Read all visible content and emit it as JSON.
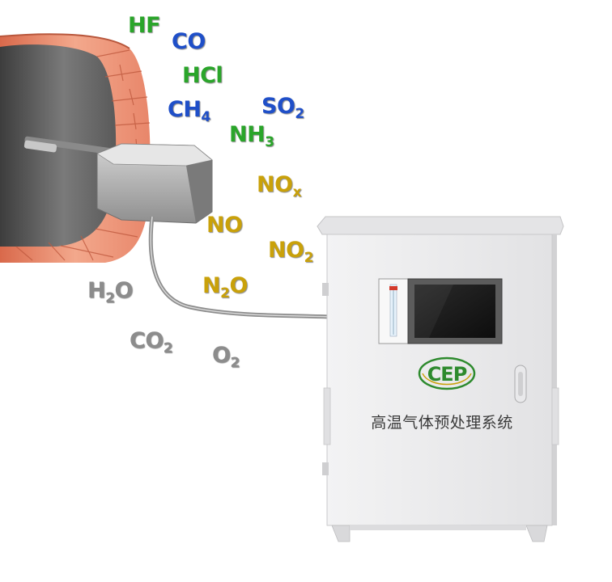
{
  "gases": [
    {
      "base": "HF",
      "sub": "",
      "tail": "",
      "color": "green"
    },
    {
      "base": "CO",
      "sub": "",
      "tail": "",
      "color": "blue"
    },
    {
      "base": "HCl",
      "sub": "",
      "tail": "",
      "color": "green"
    },
    {
      "base": "CH",
      "sub": "4",
      "tail": "",
      "color": "blue"
    },
    {
      "base": "SO",
      "sub": "2",
      "tail": "",
      "color": "blue"
    },
    {
      "base": "NH",
      "sub": "3",
      "tail": "",
      "color": "green"
    },
    {
      "base": "NO",
      "sub": "x",
      "tail": "",
      "color": "gold"
    },
    {
      "base": "NO",
      "sub": "",
      "tail": "",
      "color": "gold"
    },
    {
      "base": "NO",
      "sub": "2",
      "tail": "",
      "color": "gold"
    },
    {
      "base": "H",
      "sub": "2",
      "tail": "O",
      "color": "grey"
    },
    {
      "base": "N",
      "sub": "2",
      "tail": "O",
      "color": "gold"
    },
    {
      "base": "CO",
      "sub": "2",
      "tail": "",
      "color": "grey"
    },
    {
      "base": "O",
      "sub": "2",
      "tail": "",
      "color": "grey"
    }
  ],
  "cabinet": {
    "label": "高温气体预处理系统",
    "logo": "CEP"
  },
  "colors": {
    "green": "#2aa52a",
    "blue": "#1f4fc8",
    "gold": "#c9a10a",
    "grey": "#8c8c8c",
    "brick": "#e98a6a",
    "cabinet": "#ededee"
  }
}
